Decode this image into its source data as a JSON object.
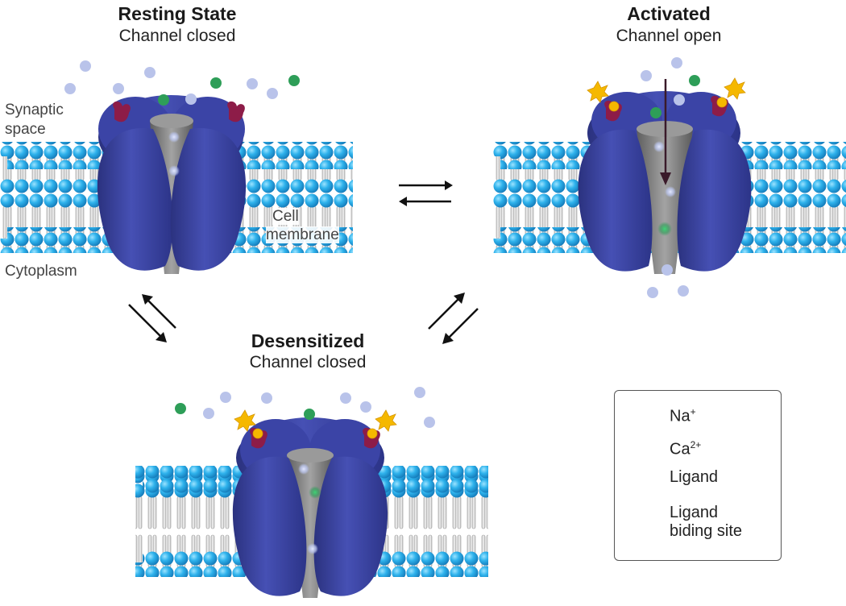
{
  "states": {
    "resting": {
      "title": "Resting State",
      "subtitle": "Channel closed"
    },
    "activated": {
      "title": "Activated",
      "subtitle": "Channel open"
    },
    "desensitized": {
      "title": "Desensitized",
      "subtitle": "Channel closed"
    }
  },
  "regions": {
    "synaptic_line1": "Synaptic",
    "synaptic_line2": "space",
    "membrane_line1": "Cell",
    "membrane_line2": "membrane",
    "cytoplasm": "Cytoplasm"
  },
  "legend": {
    "na_base": "Na",
    "na_sup": "+",
    "ca_base": "Ca",
    "ca_sup": "2+",
    "ligand": "Ligand",
    "site_line1": "Ligand",
    "site_line2": "biding site"
  },
  "colors": {
    "sodium": "#b9c3ea",
    "calcium": "#2e9e58",
    "ligand": "#f5b800",
    "binding_site": "#8d1c48",
    "protein": "#3b44a6",
    "pore": "#7d7d7d",
    "lipid_head": "#29aee8"
  }
}
